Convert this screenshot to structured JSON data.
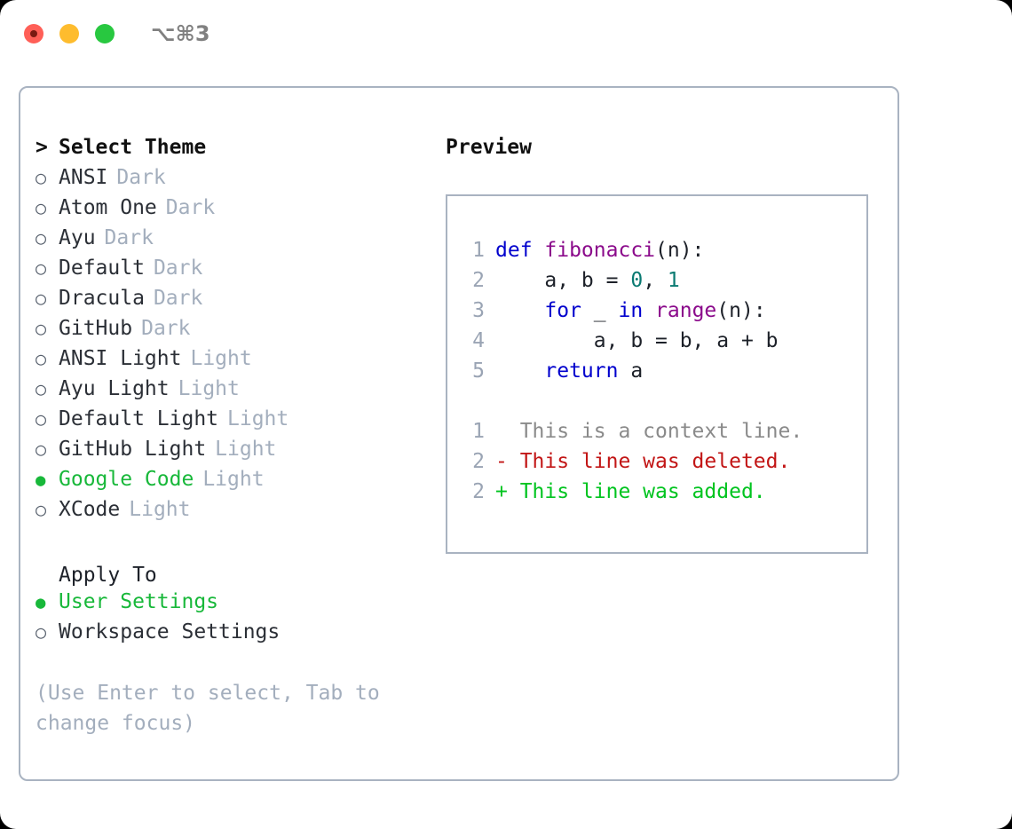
{
  "titlebar": {
    "shortcut": "⌥⌘3",
    "buttons": [
      {
        "name": "close",
        "color": "#ff5f57"
      },
      {
        "name": "minimize",
        "color": "#febc2e"
      },
      {
        "name": "maximize",
        "color": "#28c840"
      }
    ]
  },
  "theme_picker": {
    "heading": "Select Theme",
    "caret": ">",
    "bullet_unselected": "○",
    "bullet_selected": "●",
    "items": [
      {
        "name": "ANSI",
        "tag": "Dark",
        "selected": false
      },
      {
        "name": "Atom One",
        "tag": "Dark",
        "selected": false
      },
      {
        "name": "Ayu",
        "tag": "Dark",
        "selected": false
      },
      {
        "name": "Default",
        "tag": "Dark",
        "selected": false
      },
      {
        "name": "Dracula",
        "tag": "Dark",
        "selected": false
      },
      {
        "name": "GitHub",
        "tag": "Dark",
        "selected": false
      },
      {
        "name": "ANSI Light",
        "tag": "Light",
        "selected": false
      },
      {
        "name": "Ayu Light",
        "tag": "Light",
        "selected": false
      },
      {
        "name": "Default Light",
        "tag": "Light",
        "selected": false
      },
      {
        "name": "GitHub Light",
        "tag": "Light",
        "selected": false
      },
      {
        "name": "Google Code",
        "tag": "Light",
        "selected": true
      },
      {
        "name": "XCode",
        "tag": "Light",
        "selected": false
      }
    ]
  },
  "apply_to": {
    "heading": "Apply To",
    "items": [
      {
        "name": "User Settings",
        "selected": true
      },
      {
        "name": "Workspace Settings",
        "selected": false
      }
    ]
  },
  "hint": "(Use Enter to select, Tab to change focus)",
  "preview": {
    "title": "Preview",
    "code_lines": [
      {
        "no": "1",
        "tokens": [
          {
            "t": "def ",
            "c": "k"
          },
          {
            "t": "fibonacci",
            "c": "fn"
          },
          {
            "t": "(n):",
            "c": "pl"
          }
        ]
      },
      {
        "no": "2",
        "tokens": [
          {
            "t": "    a, b = ",
            "c": "pl"
          },
          {
            "t": "0",
            "c": "num"
          },
          {
            "t": ", ",
            "c": "pl"
          },
          {
            "t": "1",
            "c": "num"
          }
        ]
      },
      {
        "no": "3",
        "tokens": [
          {
            "t": "    ",
            "c": "pl"
          },
          {
            "t": "for",
            "c": "k"
          },
          {
            "t": " _ ",
            "c": "pl"
          },
          {
            "t": "in",
            "c": "k"
          },
          {
            "t": " ",
            "c": "pl"
          },
          {
            "t": "range",
            "c": "fn"
          },
          {
            "t": "(n):",
            "c": "pl"
          }
        ]
      },
      {
        "no": "4",
        "tokens": [
          {
            "t": "        a, b = b, a + b",
            "c": "pl"
          }
        ]
      },
      {
        "no": "5",
        "tokens": [
          {
            "t": "    ",
            "c": "pl"
          },
          {
            "t": "return",
            "c": "k"
          },
          {
            "t": " a",
            "c": "pl"
          }
        ]
      }
    ],
    "diff_lines": [
      {
        "no": "1",
        "marker": " ",
        "text": "  This is a context line.",
        "kind": "ctx"
      },
      {
        "no": "2",
        "marker": "-",
        "text": "- This line was deleted.",
        "kind": "del"
      },
      {
        "no": "2",
        "marker": "+",
        "text": "+ This line was added.",
        "kind": "add"
      }
    ]
  },
  "colors": {
    "accent_green": "#18b83a",
    "muted": "#a3aebd",
    "border": "#a9b3c1",
    "keyword": "#0000cd",
    "function": "#8b0a8b",
    "number": "#0a7a72",
    "diff_deleted": "#c21616",
    "diff_added": "#00c41f"
  }
}
